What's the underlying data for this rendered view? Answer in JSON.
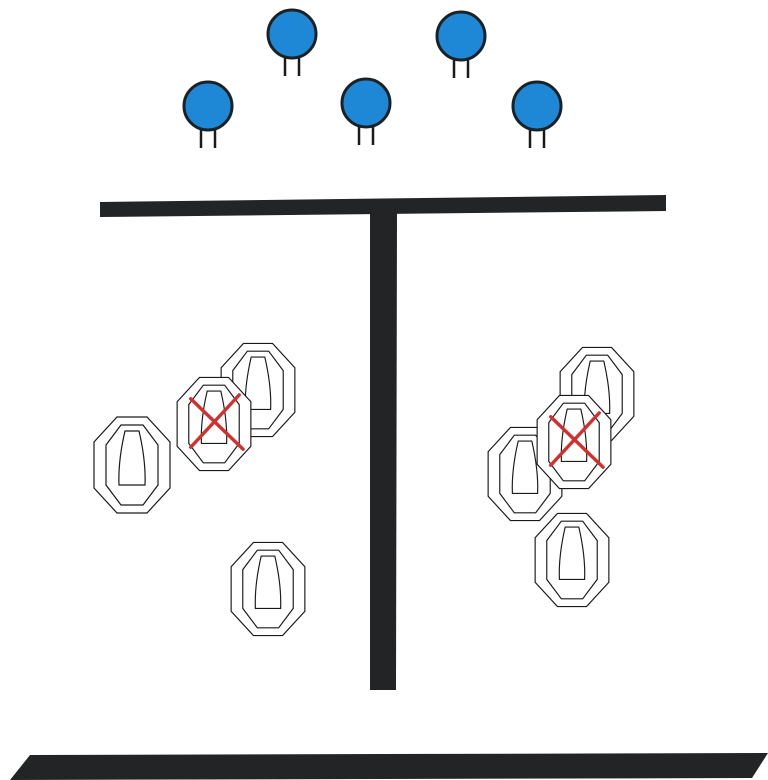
{
  "colors": {
    "background": "#ffffff",
    "wall": "#222425",
    "steel_fill": "#1f88d6",
    "steel_outline": "#1b2226",
    "target_outline": "#1a1a1a",
    "no_shoot_mark": "#d32f2f"
  },
  "steel_plates": {
    "count": 5,
    "icon": "steel-popper-icon"
  },
  "paper_targets": {
    "left_array": {
      "shoot": 3,
      "no_shoot": 1
    },
    "right_array": {
      "shoot": 3,
      "no_shoot": 1
    },
    "icon": "ipsc-target-icon",
    "no_shoot_icon": "red-x-icon"
  },
  "walls": {
    "segments": [
      "upper-horizontal-wall",
      "vertical-divider-wall",
      "fault-line"
    ]
  }
}
